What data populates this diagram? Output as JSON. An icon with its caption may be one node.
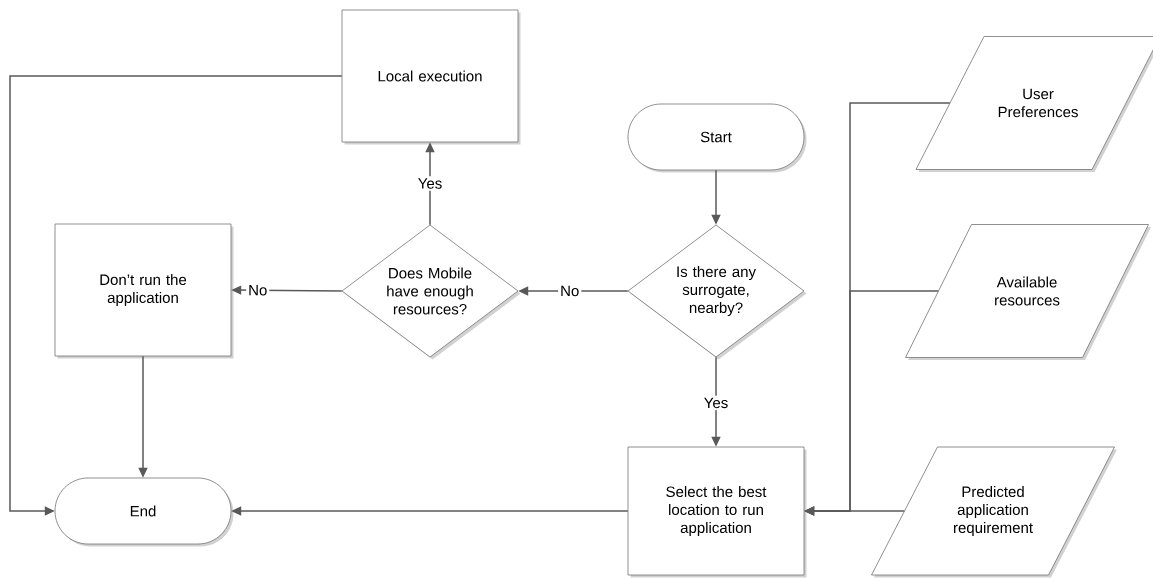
{
  "diagram": {
    "nodes": [
      {
        "text": [
          "Local execution"
        ]
      },
      {
        "text": [
          "Start"
        ]
      },
      {
        "text": [
          "User Preferences"
        ]
      },
      {
        "text": [
          "Don’t run the application"
        ]
      },
      {
        "text": [
          "Does Mobile have enough resources?"
        ]
      },
      {
        "text": [
          "Is there any surrogate, nearby?"
        ]
      },
      {
        "text": [
          "Available resources"
        ]
      },
      {
        "text": [
          "End"
        ]
      },
      {
        "text": [
          "Select the best location to run application"
        ]
      },
      {
        "text": [
          "Predicted application requirement"
        ]
      }
    ],
    "edges": [
      {
        "from": 1,
        "to": 5,
        "arrow": "to"
      },
      {
        "from": 5,
        "to": 4,
        "arrow": "to",
        "label": "No"
      },
      {
        "from": 5,
        "to": 8,
        "arrow": "to",
        "label": "Yes"
      },
      {
        "from": 4,
        "to": 3,
        "arrow": "to",
        "label": "No"
      },
      {
        "from": 4,
        "to": 0,
        "arrow": "to",
        "label": "Yes"
      },
      {
        "from": 3,
        "to": 7,
        "arrow": "to"
      },
      {
        "from": 0,
        "to": 7,
        "arrow": "to"
      },
      {
        "from": 8,
        "to": 7,
        "arrow": "to"
      },
      {
        "from": 2,
        "to": 8,
        "arrow": "to"
      },
      {
        "from": 6,
        "to": 8,
        "arrow": "to"
      },
      {
        "from": 9,
        "to": 8,
        "arrow": "to"
      }
    ]
  }
}
